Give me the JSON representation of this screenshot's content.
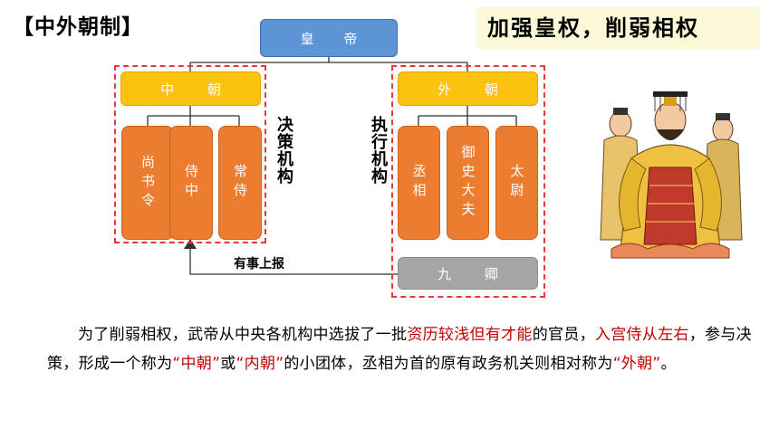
{
  "header": {
    "tag": "【中外朝制】",
    "headline": "加强皇权，削弱相权"
  },
  "diagram": {
    "emperor": "皇 帝",
    "inner_court": "中 朝",
    "outer_court": "外 朝",
    "inner_members": [
      "尚书令",
      "侍中",
      "常侍"
    ],
    "outer_members": [
      "丞相",
      "御史大夫",
      "太尉"
    ],
    "nine_ministers": "九 卿",
    "decision_label": "决策机构",
    "execution_label": "执行机构",
    "report_label": "有事上报",
    "colors": {
      "emperor": "#5d94d6",
      "court": "#fbc210",
      "member": "#ec7c30",
      "ministers": "#a5a5a5",
      "dashed_border": "#e53935",
      "highlight": "#c00000"
    }
  },
  "paragraph": {
    "p1": "为了削弱相权，武帝从中央各机构中选拔了一批",
    "r1": "资历较浅但有才能",
    "p2": "的官员，",
    "r2": "入宫侍从左右",
    "p3": "，参与决策，形成一个称为",
    "r3": "“中朝”",
    "p4": "或",
    "r4": "“内朝”",
    "p5": "的小团体，丞相为首的原有政务机关则相对称为",
    "r5": "“外朝”",
    "p6": "。"
  },
  "illustration": {
    "icon": "emperor-illustration-icon"
  }
}
